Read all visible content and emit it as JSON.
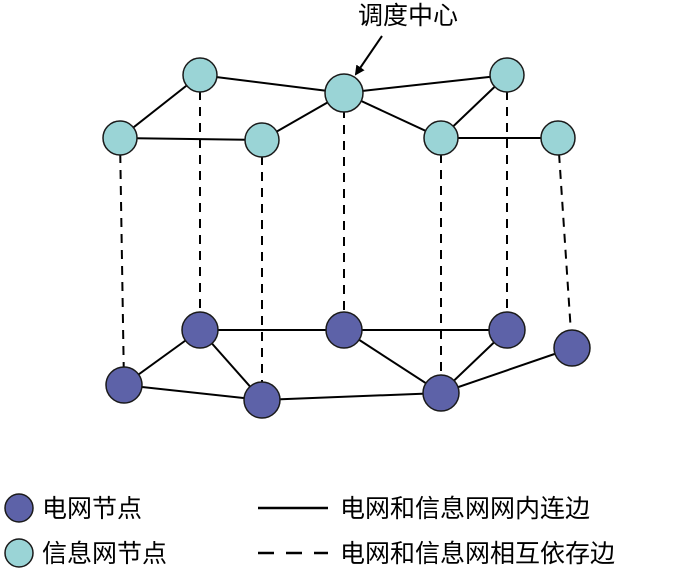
{
  "annotation": {
    "label": "调度中心"
  },
  "legend": {
    "power_node": "电网节点",
    "info_node": "信息网节点",
    "intra_edge": "电网和信息网网内连边",
    "inter_edge": "电网和信息网相互依存边"
  },
  "colors": {
    "info_fill": "#9ad4d6",
    "power_fill": "#5d62a8",
    "node_stroke": "#1a1a1a",
    "edge": "#000000"
  }
}
